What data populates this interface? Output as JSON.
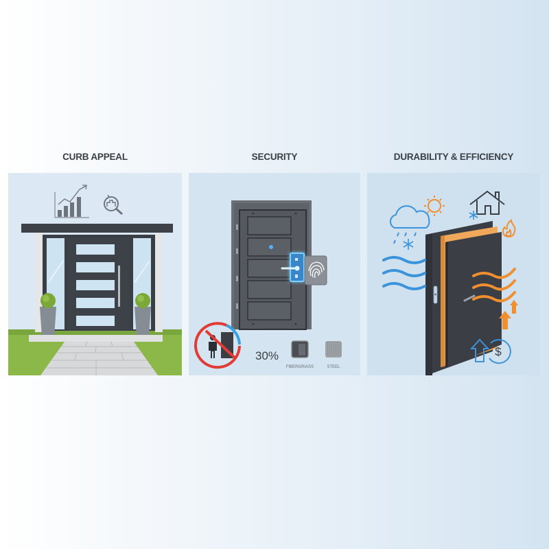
{
  "panels": [
    {
      "title": "CURB APPEAL",
      "icons": [
        "bar-chart-growth-icon",
        "house-search-icon"
      ],
      "scene": "modern-front-door-entrance"
    },
    {
      "title": "SECURITY",
      "icons": [
        "fingerprint-lock-icon",
        "no-intruder-icon"
      ],
      "stat": "30%",
      "materials": [
        {
          "label": "FIBERGRIASS"
        },
        {
          "label": "STEEL"
        }
      ],
      "scene": "security-steel-door"
    },
    {
      "title": "DURABILITY & EFFICIENCY",
      "icons": [
        "cloud-snow-icon",
        "sun-icon",
        "house-snowflake-icon",
        "flame-icon",
        "arrow-up-icon",
        "dollar-savings-icon"
      ],
      "scene": "insulated-door-cross-section"
    }
  ],
  "colors": {
    "title": "#3a3f45",
    "door_dark": "#3a3f45",
    "glass": "#cfe3f1",
    "grass": "#8cb84a",
    "cold_blue": "#3b93db",
    "warm_orange": "#ef8f2f",
    "no_red": "#e23b36"
  }
}
